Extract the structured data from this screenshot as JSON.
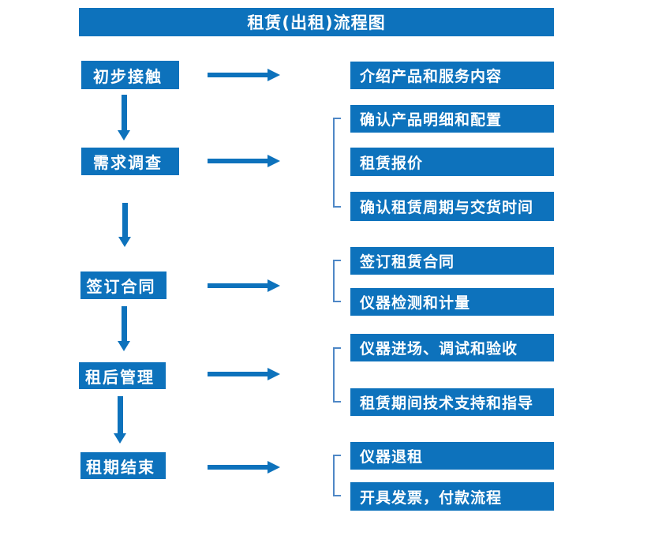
{
  "title": "租赁(出租)流程图",
  "colors": {
    "box_blue": "#0d72bc",
    "bracket_blue": "#4e87c6",
    "text_white": "#ffffff",
    "background": "#ffffff"
  },
  "stages": [
    {
      "label": "初步接触",
      "outputs": [
        "介绍产品和服务内容"
      ]
    },
    {
      "label": "需求调查",
      "outputs": [
        "确认产品明细和配置",
        "租赁报价",
        "确认租赁周期与交货时间"
      ]
    },
    {
      "label": "签订合同",
      "outputs": [
        "签订租赁合同",
        "仪器检测和计量"
      ]
    },
    {
      "label": "租后管理",
      "outputs": [
        "仪器进场、调试和验收",
        "租赁期间技术支持和指导"
      ]
    },
    {
      "label": "租期结束",
      "outputs": [
        "仪器退租",
        "开具发票，付款流程"
      ]
    }
  ]
}
